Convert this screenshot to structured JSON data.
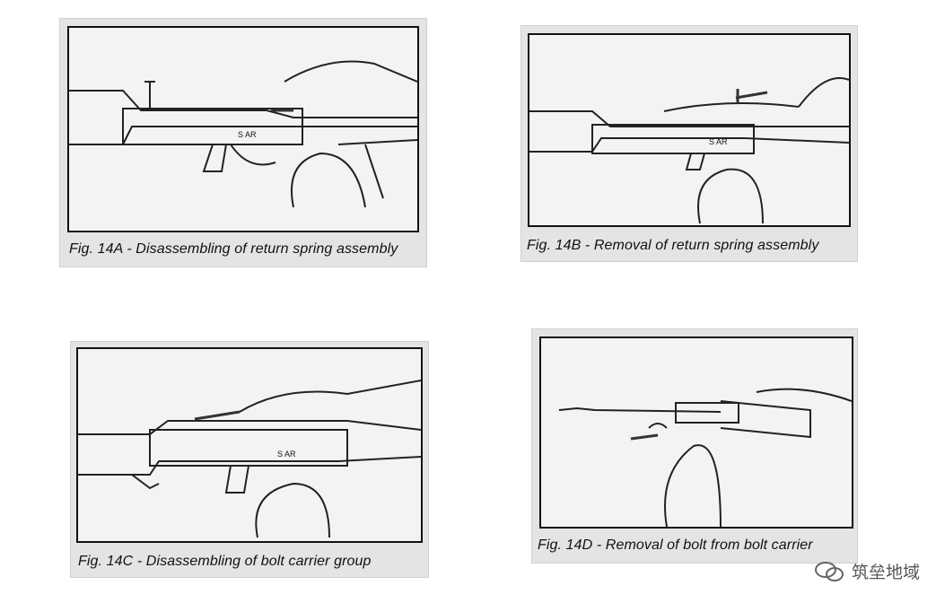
{
  "figures": [
    {
      "caption": "Fig. 14A - Disassembling of return spring assembly",
      "stamp": "S AR"
    },
    {
      "caption": "Fig. 14B - Removal of return spring assembly",
      "stamp": "S AR"
    },
    {
      "caption": "Fig. 14C - Disassembling of bolt carrier group",
      "stamp": "S AR"
    },
    {
      "caption": "Fig. 14D - Removal of bolt from bolt carrier",
      "stamp": ""
    }
  ],
  "watermark": {
    "text": "筑垒地域",
    "icon": "wechat-icon"
  }
}
